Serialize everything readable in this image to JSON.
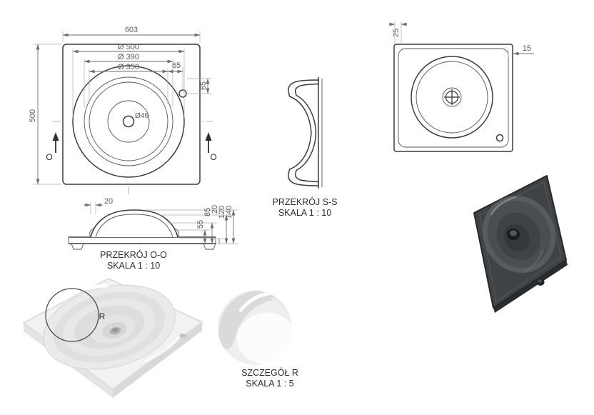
{
  "top_view": {
    "dim_width": "603",
    "dim_d500": "Ø 500",
    "dim_d390": "Ø 390",
    "dim_d350": "Ø 350",
    "dim_65_h": "65",
    "dim_65_v": "65",
    "dim_height": "500",
    "dim_drain": "Ø46",
    "section_label_left": "O",
    "section_label_right": "O"
  },
  "section_ss": {
    "title": "PRZEKRÓJ S-S",
    "scale": "SKALA 1 : 10"
  },
  "plan_view": {
    "dim_inset_top": "25",
    "dim_inset_right": "15"
  },
  "section_oo": {
    "title": "PRZEKRÓJ O-O",
    "scale": "SKALA 1 : 10",
    "dim_rim": "20",
    "dim_55": "55",
    "dim_85": "85",
    "dim_20": "20",
    "dim_120": "120",
    "dim_140": "140"
  },
  "detail_r": {
    "title": "SZCZEGÓŁ R",
    "scale": "SKALA 1 : 5",
    "marker": "R"
  },
  "colors": {
    "object_line": "#3c3c3c",
    "dimension_line": "#6e6e6e",
    "dimension_text": "#5a5a5a",
    "render_light": "#eceded",
    "render_dark": "#3f4346"
  }
}
